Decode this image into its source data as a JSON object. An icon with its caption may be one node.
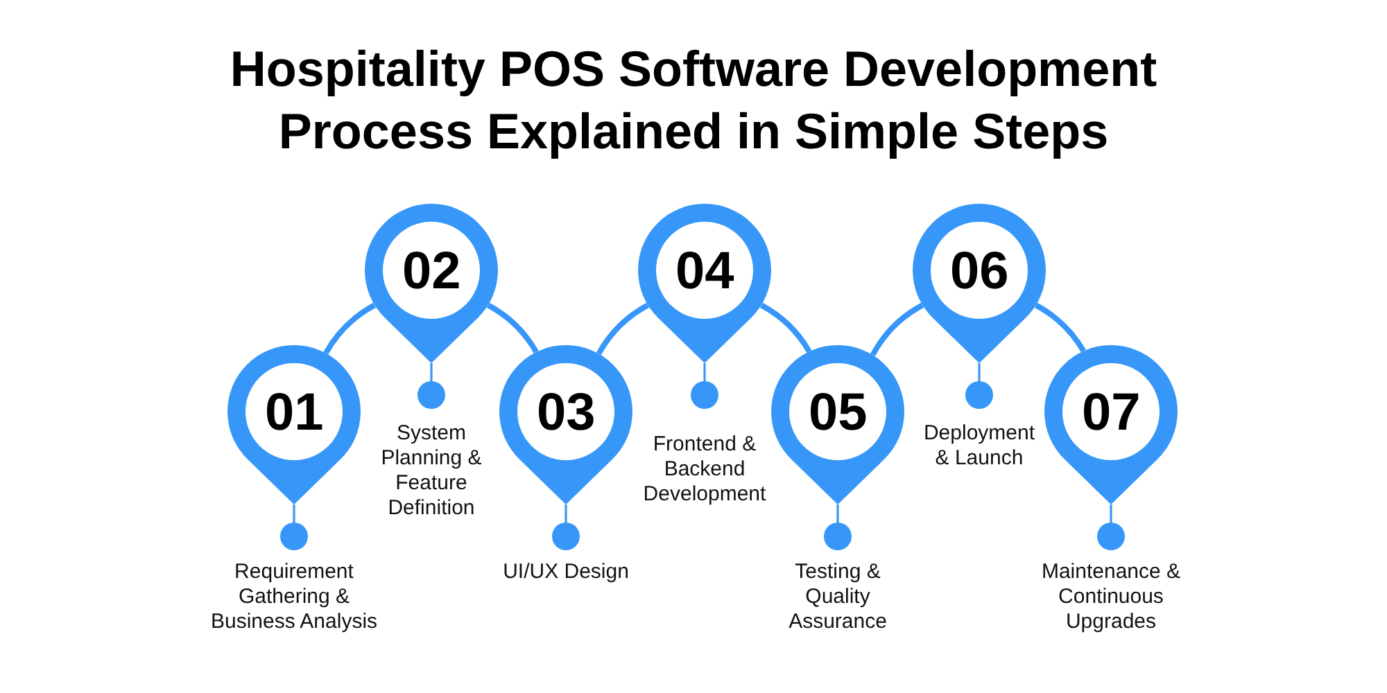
{
  "diagram": {
    "title": "Hospitality POS Software Development Process Explained in Simple Steps",
    "nodes": [
      {
        "text": [
          "01"
        ],
        "beside": [
          "Requirement Gathering & Business Analysis"
        ]
      },
      {
        "text": [
          "02"
        ]
      },
      {
        "text": [
          "03"
        ],
        "beside": [
          "UI/UX Design"
        ]
      },
      {
        "text": [
          "04"
        ]
      },
      {
        "text": [
          "05"
        ],
        "beside": [
          "Testing & Quality Assurance"
        ]
      },
      {
        "text": [
          "06"
        ]
      },
      {
        "text": [
          "07"
        ],
        "beside": [
          "Maintenance & Continuous Upgrades"
        ]
      }
    ],
    "edges": [
      {
        "from": 0,
        "to": 1,
        "arrow": "none"
      },
      {
        "from": 1,
        "to": 2,
        "arrow": "none"
      },
      {
        "from": 2,
        "to": 3,
        "arrow": "none"
      },
      {
        "from": 3,
        "to": 4,
        "arrow": "none"
      },
      {
        "from": 4,
        "to": 5,
        "arrow": "none"
      },
      {
        "from": 5,
        "to": 6,
        "arrow": "none"
      }
    ],
    "labels": [
      "System Planning & Feature Definition",
      "Frontend & Backend Development",
      "Deployment & Launch"
    ]
  }
}
